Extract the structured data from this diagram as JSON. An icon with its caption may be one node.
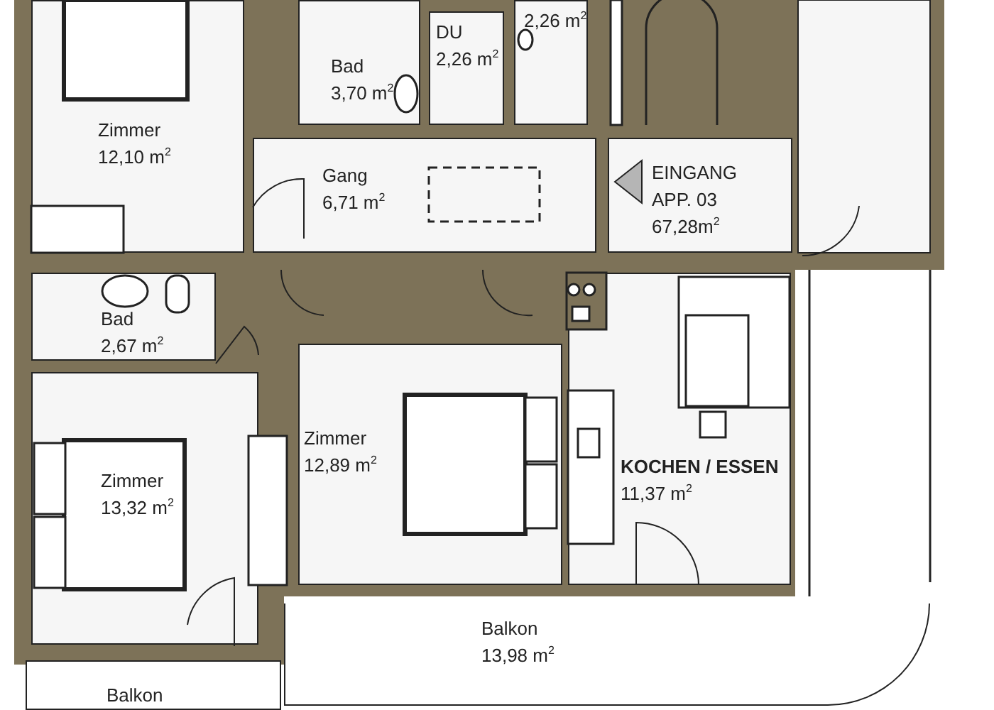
{
  "diagram": {
    "nodes": [
      {
        "text": [
          "Zimmer",
          "12,10 m$^{2}$"
        ]
      },
      {
        "text": [
          "Bad",
          "3,70 m$^{2}$"
        ]
      },
      {
        "text": [
          "DU",
          "2,26 m$^{2}$"
        ]
      },
      {
        "text": [
          "2,26 m$^{2}$"
        ]
      },
      {
        "text": [
          "Gang",
          "6,71 m$^{2}$"
        ]
      },
      {
        "text": [
          "EINGANG",
          "APP. 03",
          "67,28m$^{2}$"
        ]
      },
      {
        "text": [
          "Bad",
          "2,67 m$^{2}$"
        ]
      },
      {
        "text": [
          "Zimmer",
          "13,32 m$^{2}$"
        ]
      },
      {
        "text": [
          "Zimmer",
          "12,89 m$^{2}$"
        ]
      },
      {
        "text": [
          "KOCHEN / ESSEN",
          "11,37 m$^{2}$"
        ]
      },
      {
        "text": [
          "Balkon",
          "13,98 m$^{2}$"
        ]
      },
      {
        "text": [
          "Balkon"
        ]
      }
    ]
  }
}
